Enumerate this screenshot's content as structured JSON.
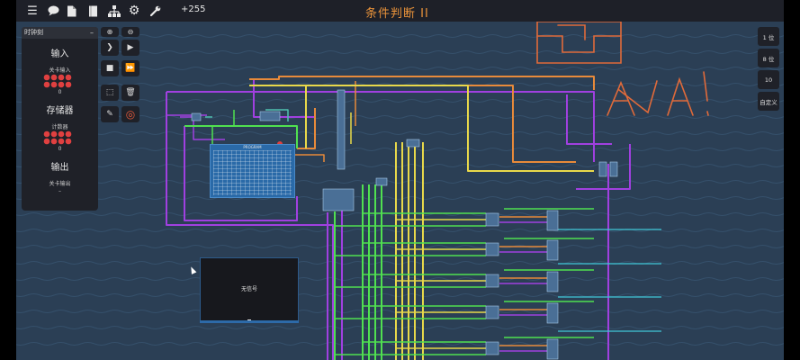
{
  "topbar": {
    "icons": [
      "menu-icon",
      "chat-icon",
      "document-icon",
      "book-icon",
      "hierarchy-icon",
      "gear-icon",
      "wrench-icon"
    ],
    "credits": "+255",
    "title": "条件判断 II"
  },
  "left_panel": {
    "dropdown_value": "时钟刻",
    "input_title": "输入",
    "input_sub": "关卡输入",
    "input_value": "0",
    "storage_title": "存储器",
    "storage_sub": "计数器",
    "storage_value": "0",
    "output_title": "输出",
    "output_sub": "关卡输出",
    "output_value": "–"
  },
  "tools": {
    "zoom_in": "zoom-in-icon",
    "zoom_out": "zoom-out-icon",
    "step": "step-icon",
    "play": "play-icon",
    "stop": "stop-icon",
    "fast_forward": "fast-forward-icon",
    "select": "select-icon",
    "delete": "trash-icon",
    "draw": "pencil-icon",
    "record": "record-icon"
  },
  "right_tools": [
    "1 位",
    "8 位",
    "10",
    "自定义"
  ],
  "program_block": {
    "label": "PROGRAM"
  },
  "popup": {
    "text": "无信号"
  },
  "colors": {
    "background": "#2b3f55",
    "toolbar": "#1e2028",
    "title_orange": "#e8923a",
    "wire_purple": "#a040e0",
    "wire_yellow": "#e8d84a",
    "wire_orange": "#e88a3a",
    "wire_green": "#50e050",
    "wire_cyan": "#40c8d8",
    "wire_teal": "#50c0b0",
    "drawing_orange": "#e06a3a",
    "io_red": "#e04040"
  }
}
